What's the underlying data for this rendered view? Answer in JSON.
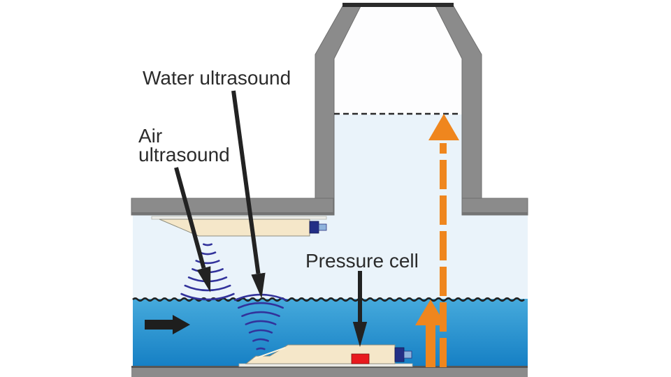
{
  "diagram": {
    "type": "technical-illustration",
    "subject": "sewer-water-level-measurement",
    "labels": {
      "water_ultrasound": "Water ultrasound",
      "air_ultrasound": "Air\nultrasound",
      "pressure_cell": "Pressure cell"
    },
    "icons": {
      "flow_direction_arrow": "black right arrow in water",
      "air_ultrasound_waves": "indigo arcs fanning downward from ceiling sensor",
      "water_ultrasound_waves": "indigo arcs fanning upward from submerged sensor",
      "level_arrow_solid": "orange solid up arrow to water surface",
      "level_arrow_dashed": "orange dashed up arrow to shaft water level"
    },
    "colors": {
      "wall_gray": "#8B8B8B",
      "wall_edge_dark": "#6F6F6F",
      "manhole_cover_dark": "#2B2B2B",
      "air_space_blue": "#EAF3FA",
      "water_top": "#46AADC",
      "water_bottom": "#157FC4",
      "level_arrow_orange": "#EF861E",
      "ultrasound_wave_indigo": "#32329B",
      "sensor_beige": "#F5E7C9",
      "sensor_plate": "#EFEFEC",
      "pressure_cell_red": "#E8191E",
      "connector_navy": "#232F86",
      "connector_light_blue": "#8FB3DC",
      "label_text": "#2B2B2B"
    }
  }
}
